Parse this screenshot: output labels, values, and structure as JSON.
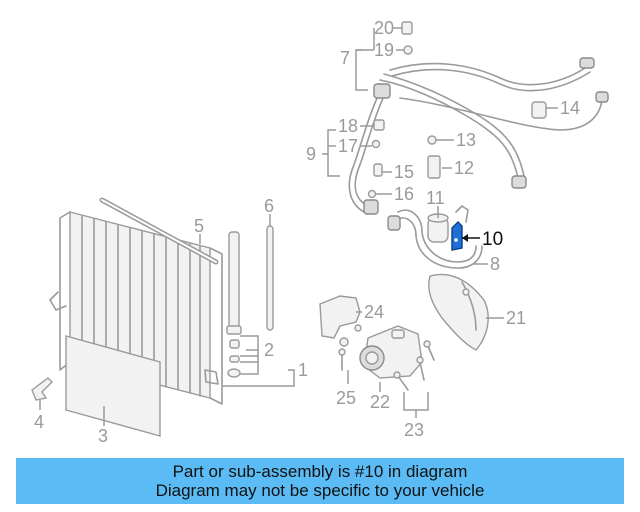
{
  "callouts": {
    "c1": "1",
    "c2": "2",
    "c3": "3",
    "c4": "4",
    "c5": "5",
    "c6": "6",
    "c7": "7",
    "c8": "8",
    "c9": "9",
    "c10": "10",
    "c11": "11",
    "c12": "12",
    "c13": "13",
    "c14": "14",
    "c15": "15",
    "c16": "16",
    "c17": "17",
    "c18": "18",
    "c19": "19",
    "c20": "20",
    "c21": "21",
    "c22": "22",
    "c23": "23",
    "c24": "24",
    "c25": "25"
  },
  "highlight": {
    "part": "10",
    "color": "#1e6fd6"
  },
  "banner": {
    "line1": "Part or sub-assembly is #10 in diagram",
    "line2": "Diagram may not be specific to your vehicle",
    "color": "#5bbcf5"
  }
}
